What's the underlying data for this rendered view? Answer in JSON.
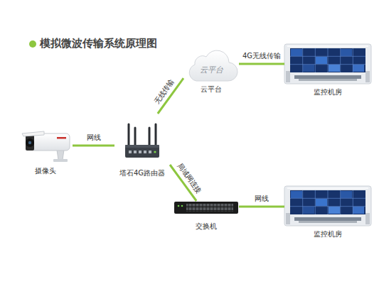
{
  "diagram": {
    "title": "模拟微波传输系统原理图",
    "nodes": [
      {
        "text": [
          "摄像头"
        ]
      },
      {
        "text": [
          "塔石4G路由器"
        ]
      },
      {
        "text": [
          "云平台",
          "云平台"
        ]
      },
      {
        "text": [
          "监控机房"
        ]
      },
      {
        "text": [
          "交换机"
        ]
      },
      {
        "text": [
          "监控机房"
        ]
      }
    ],
    "edges": [
      {
        "from": 0,
        "to": 1,
        "label": "网线",
        "arrow": "none"
      },
      {
        "from": 1,
        "to": 2,
        "label": "无线传输",
        "arrow": "none"
      },
      {
        "from": 2,
        "to": 3,
        "label": "4G无线传输",
        "arrow": "none"
      },
      {
        "from": 1,
        "to": 4,
        "label": "局域网连接",
        "arrow": "none"
      },
      {
        "from": 4,
        "to": 5,
        "label": "网线",
        "arrow": "none"
      }
    ]
  }
}
